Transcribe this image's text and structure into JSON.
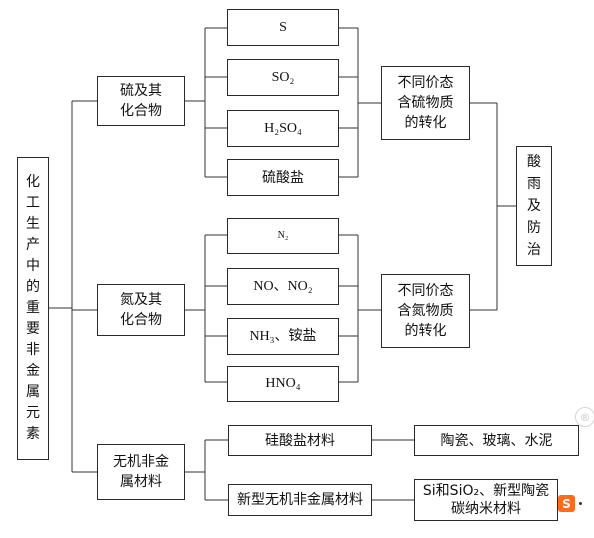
{
  "root": {
    "label": "化工生产中的重要非金属元素"
  },
  "branches": [
    {
      "name": "sulfur",
      "label_lines": [
        "硫及其",
        "化合物"
      ]
    },
    {
      "name": "nitrogen",
      "label_lines": [
        "氮及其",
        "化合物"
      ]
    },
    {
      "name": "inorganic",
      "label_lines": [
        "无机非金",
        "属材料"
      ]
    }
  ],
  "sulfur_items": [
    "S",
    "SO₂",
    "H₂SO₄",
    "硫酸盐"
  ],
  "nitrogen_items": [
    "N₂",
    "NO、NO₂",
    "NH₃、铵盐",
    "HNO₄"
  ],
  "transforms": {
    "sulfur": [
      "不同价态",
      "含硫物质",
      "的转化"
    ],
    "nitrogen": [
      "不同价态",
      "含氮物质",
      "的转化"
    ]
  },
  "acid_rain": {
    "label": "酸雨及防治"
  },
  "materials": [
    {
      "name": "silicate",
      "label": "硅酸盐材料",
      "example_lines": [
        "陶瓷、玻璃、水泥"
      ]
    },
    {
      "name": "new-inorganic",
      "label": "新型无机非金属材料",
      "example_lines": [
        "Si和SiO₂、新型陶瓷",
        "碳纳米材料"
      ]
    }
  ],
  "watermark": {
    "mark": "®",
    "logo": "S"
  }
}
